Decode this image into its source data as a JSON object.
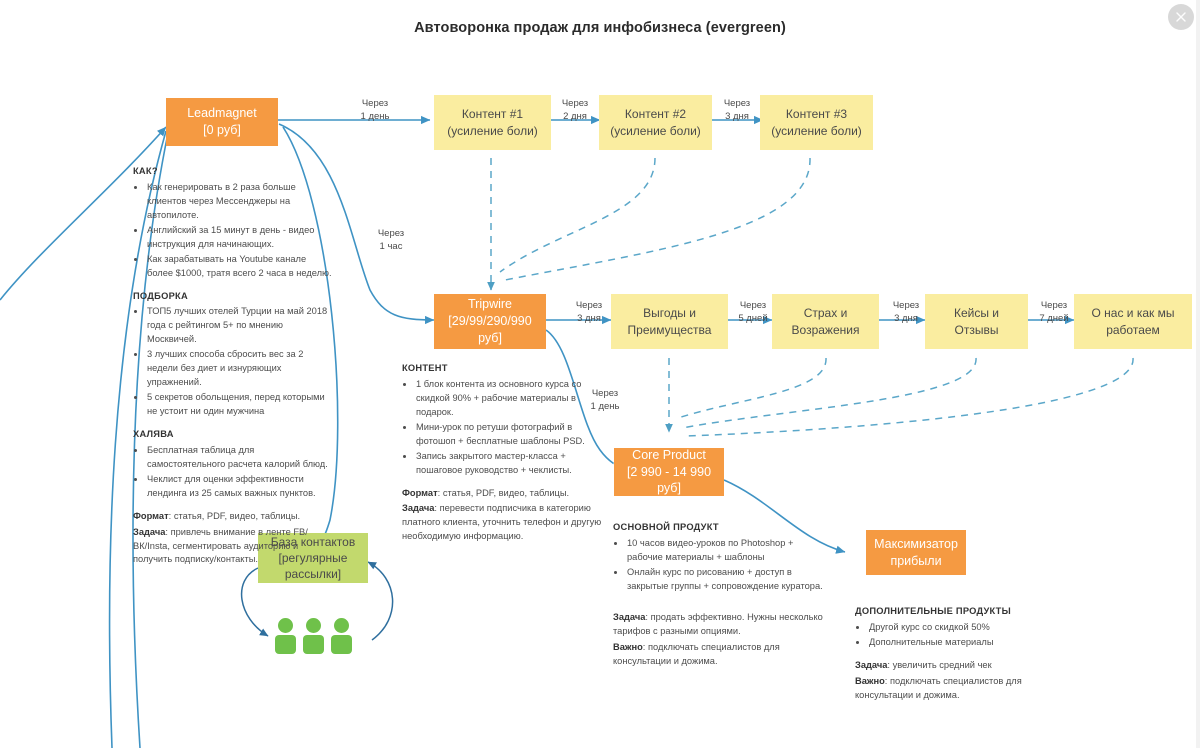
{
  "page": {
    "title": "Автоворонка продаж для инфобизнеса (evergreen)",
    "close_label": "×"
  },
  "colors": {
    "orange": "#f59a42",
    "yellow": "#faeda0",
    "green": "#c2d96d",
    "arrow": "#3f93c4",
    "dashed": "#5ba7c9",
    "person": "#6fc14a"
  },
  "nodes": {
    "leadmagnet": {
      "line1": "Leadmagnet",
      "line2": "[0 руб]"
    },
    "content1": {
      "line1": "Контент #1",
      "line2": "(усиление боли)"
    },
    "content2": {
      "line1": "Контент #2",
      "line2": "(усиление боли)"
    },
    "content3": {
      "line1": "Контент #3",
      "line2": "(усиление боли)"
    },
    "tripwire": {
      "line1": "Tripwire",
      "line2": "[29/99/290/990 руб]"
    },
    "benefits": {
      "line1": "Выгоды и",
      "line2": "Преимущества"
    },
    "fears": {
      "line1": "Страх и",
      "line2": "Возражения"
    },
    "cases": {
      "line1": "Кейсы и Отзывы",
      "line2": ""
    },
    "about": {
      "line1": "О нас и как мы",
      "line2": "работаем"
    },
    "core": {
      "line1": "Core Product",
      "line2": "[2 990 - 14 990 руб]"
    },
    "maximizer": {
      "line1": "Максимизатор",
      "line2": "прибыли"
    },
    "contacts": {
      "line1": "База контактов",
      "line2": "[регулярные",
      "line3": "рассылки]"
    }
  },
  "edge_labels": {
    "lm_to_c1": {
      "l1": "Через",
      "l2": "1 день"
    },
    "c1_to_c2": {
      "l1": "Через",
      "l2": "2 дня"
    },
    "c2_to_c3": {
      "l1": "Через",
      "l2": "3 дня"
    },
    "lm_to_tripwire": {
      "l1": "Через",
      "l2": "1 час"
    },
    "tw_to_benefits": {
      "l1": "Через",
      "l2": "3 дня"
    },
    "ben_to_fears": {
      "l1": "Через",
      "l2": "5 дней"
    },
    "fears_to_cases": {
      "l1": "Через",
      "l2": "3 дня"
    },
    "cases_to_about": {
      "l1": "Через",
      "l2": "7 дней"
    },
    "tw_to_core": {
      "l1": "Через",
      "l2": "1 день"
    }
  },
  "leadmagnet_notes": {
    "how_heading": "КАК?",
    "how_items": [
      "Как генерировать в 2 раза больше клиентов через Мессенджеры на автопилоте.",
      "Английский за 15 минут в день - видео инструкция для начинающих.",
      "Как зарабатывать на Youtube канале более $1000, тратя всего 2 часа в неделю."
    ],
    "selection_heading": "ПОДБОРКА",
    "selection_items": [
      "ТОП5 лучших отелей Турции на май 2018 года с рейтингом 5+ по мнению Москвичей.",
      "3 лучших способа сбросить вес за 2 недели без диет и изнуряющих упражнений.",
      "5 секретов обольщения, перед которыми не устоит ни один мужчина"
    ],
    "freebie_heading": "ХАЛЯВА",
    "freebie_items": [
      "Бесплатная таблица для самостоятельного расчета калорий блюд.",
      "Чеклист для оценки эффективности лендинга из 25 самых важных пунктов."
    ],
    "format_label": "Формат",
    "format_text": ": статья, PDF, видео, таблицы.",
    "task_label": "Задача",
    "task_text": ": привлечь внимание в ленте FB/ВК/Insta, сегментировать аудиторию и получить подписку/контакты."
  },
  "tripwire_notes": {
    "content_heading": "КОНТЕНТ",
    "content_items": [
      "1 блок контента из основного курса со скидкой 90% + рабочие материалы в подарок.",
      "Мини-урок по ретуши фотографий в фотошоп + бесплатные шаблоны PSD.",
      "Запись закрытого мастер-класса + пошаговое руководство + чеклисты."
    ],
    "format_label": "Формат",
    "format_text": ": статья, PDF, видео, таблицы.",
    "task_label": "Задача",
    "task_text": ": перевести подписчика в категорию платного клиента, уточнить телефон и другую необходимую информацию."
  },
  "core_notes": {
    "heading": "ОСНОВНОЙ ПРОДУКТ",
    "items": [
      "10 часов видео-уроков по Photoshop + рабочие материалы + шаблоны",
      "Онлайн курс по рисованию + доступ в закрытые группы + сопровождение куратора."
    ],
    "task_label": "Задача",
    "task_text": ": продать эффективно. Нужны несколько тарифов с разными опциями.",
    "important_label": "Важно",
    "important_text": ": подключать специалистов для консультации и дожима."
  },
  "maximizer_notes": {
    "heading": "ДОПОЛНИТЕЛЬНЫЕ ПРОДУКТЫ",
    "items": [
      "Другой курс со скидкой 50%",
      "Дополнительные материалы"
    ],
    "task_label": "Задача",
    "task_text": ": увеличить средний чек",
    "important_label": "Важно",
    "important_text": ": подключать специалистов для консультации и дожима."
  }
}
